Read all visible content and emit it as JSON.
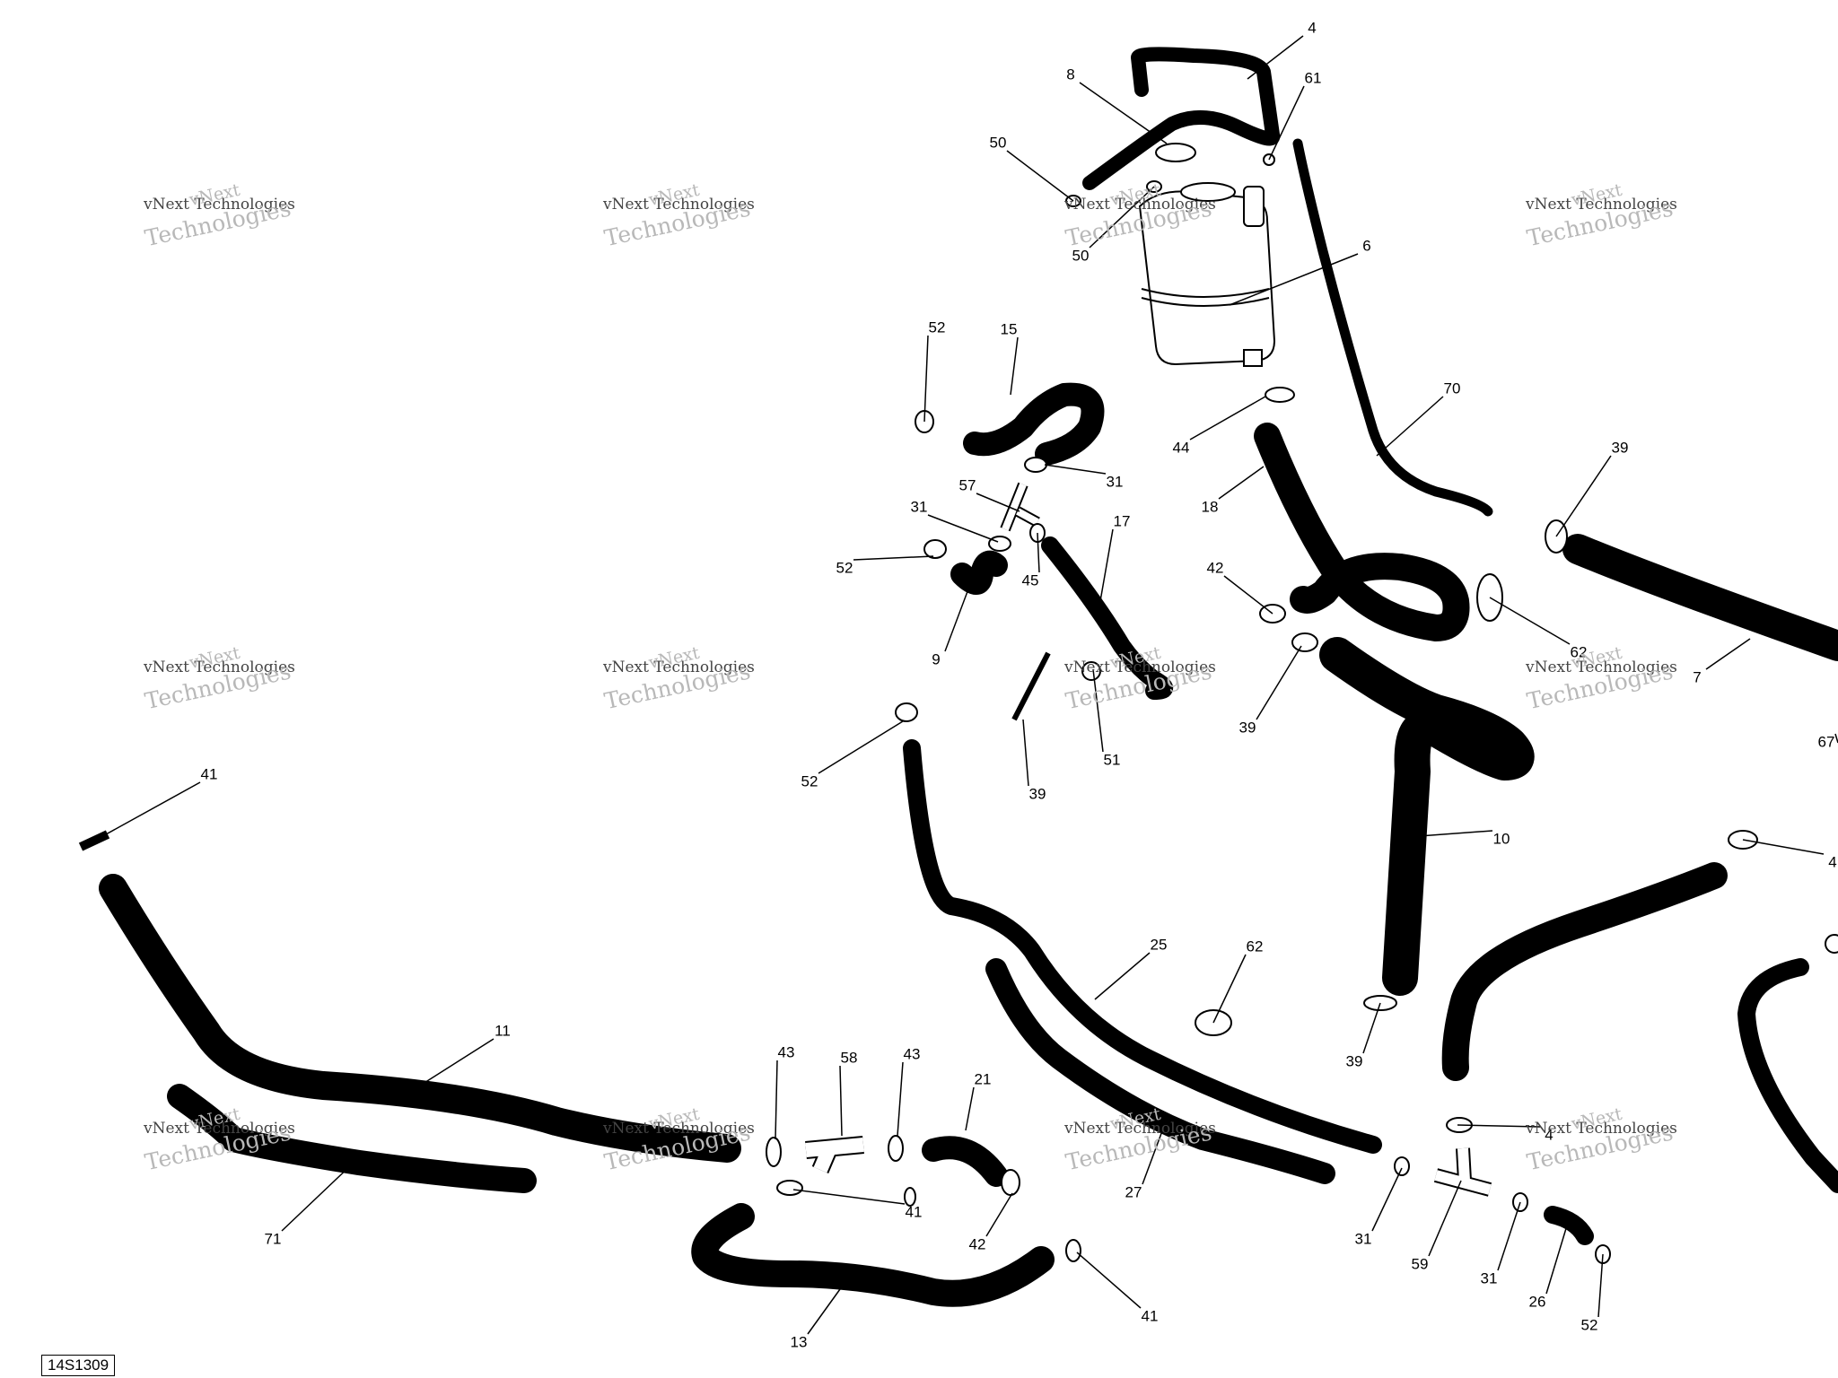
{
  "figure_code": "14S1309",
  "watermark": {
    "line1": "vNext",
    "line2": "vNext Technologies",
    "line3": "Technologies"
  },
  "callouts": [
    "4",
    "8",
    "61",
    "50",
    "50",
    "6",
    "52",
    "15",
    "70",
    "44",
    "31",
    "57",
    "31",
    "17",
    "18",
    "39",
    "52",
    "45",
    "42",
    "9",
    "62",
    "7",
    "39",
    "52",
    "51",
    "67",
    "39",
    "41",
    "10",
    "4",
    "25",
    "62",
    "11",
    "43",
    "58",
    "43",
    "21",
    "39",
    "4",
    "27",
    "41",
    "42",
    "31",
    "59",
    "31",
    "26",
    "71",
    "41",
    "52",
    "13"
  ]
}
